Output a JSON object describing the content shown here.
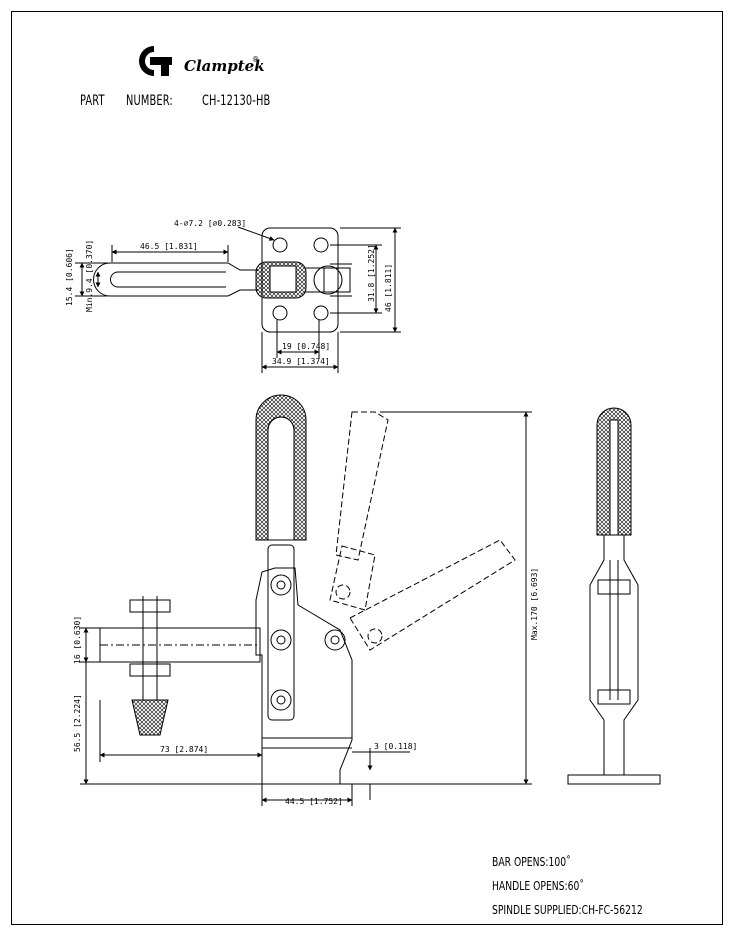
{
  "brand": {
    "name": "Clamptek",
    "registered": "®"
  },
  "part": {
    "label_part": "PART",
    "label_number": "NUMBER:",
    "value": "CH-12130-HB"
  },
  "dims": {
    "holes": "4-⌀7.2 [⌀0.283]",
    "handle_len": "46.5 [1.831]",
    "h_15_4": "15.4 [0.606]",
    "min_9_4": "Min.9.4 [0.370]",
    "d_31_8": "31.8 [1.252]",
    "d_46": "46 [1.811]",
    "d_19": "19 [0.748]",
    "d_34_9": "34.9 [1.374]",
    "d_max170": "Max.170 [6.693]",
    "d_16": "16 [0.630]",
    "d_56_5": "56.5 [2.224]",
    "d_73": "73 [2.874]",
    "d_3": "3 [0.118]",
    "d_44_5": "44.5 [1.752]"
  },
  "notes": {
    "bar_opens": "BAR OPENS:100˚",
    "handle_opens": "HANDLE OPENS:60˚",
    "spindle": "SPINDLE SUPPLIED:CH-FC-56212"
  }
}
